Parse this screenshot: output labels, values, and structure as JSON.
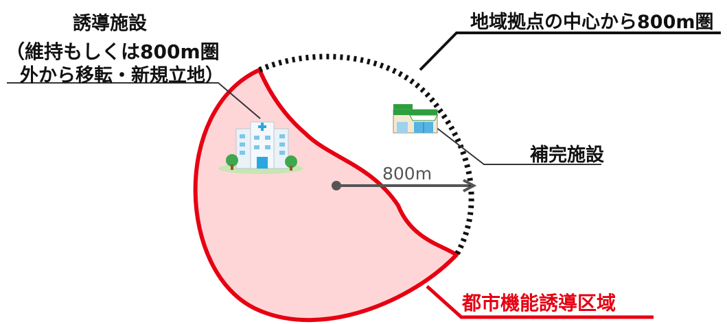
{
  "labels": {
    "induction_facility": {
      "line1": "誘導施設",
      "line2": "（維持もしくは800m圏",
      "line3": "外から移転・新規立地）"
    },
    "radius_circle": "地域拠点の中心から800m圏",
    "complementary_facility": "補完施設",
    "urban_function_area": "都市機能誘導区域",
    "distance": "800m"
  },
  "icons": {
    "hospital": "hospital-icon",
    "supermarket": "supermarket-icon"
  },
  "colors": {
    "area_fill": "#ffd6d8",
    "area_stroke": "#e60012",
    "circle_stroke": "#111111",
    "hospital_cross": "#2aa7e0",
    "supermarket_awning": "#2e9e3e",
    "arrow": "#555555"
  }
}
